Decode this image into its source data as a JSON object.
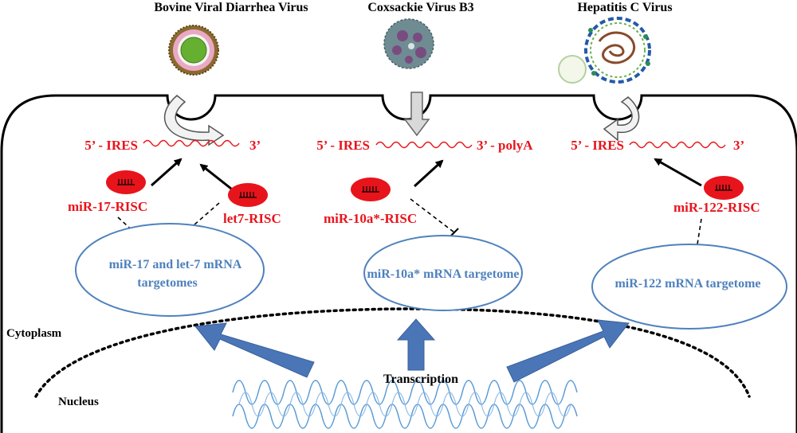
{
  "viruses": [
    {
      "name": "Bovine Viral  Diarrhea Virus"
    },
    {
      "name": "Coxsackie Virus  B3"
    },
    {
      "name": "Hepatitis C Virus"
    }
  ],
  "mrna": [
    {
      "five_prime": "5’ - IRES",
      "three_prime": "3’"
    },
    {
      "five_prime": "5’ - IRES",
      "three_prime": "3’ - polyA"
    },
    {
      "five_prime": "5’ - IRES",
      "three_prime": "3’"
    }
  ],
  "risc": [
    {
      "label": "miR-17-RISC"
    },
    {
      "label": "let7-RISC"
    },
    {
      "label": "miR-10a*-RISC"
    },
    {
      "label": "miR-122-RISC"
    }
  ],
  "targetomes": [
    {
      "line1": "miR-17  and let-7  mRNA",
      "line2": "targetomes"
    },
    {
      "line1": "miR-10a*  mRNA targetome"
    },
    {
      "line1": "miR-122  mRNA targetome"
    }
  ],
  "regions": {
    "cytoplasm": "Cytoplasm",
    "nucleus": "Nucleus",
    "transcription": "Transcription"
  },
  "colors": {
    "mirna_red": "#e8141c",
    "targetome_blue": "#4f81bd",
    "arrow_blue": "#4a76b8",
    "membrane_black": "#000000"
  }
}
